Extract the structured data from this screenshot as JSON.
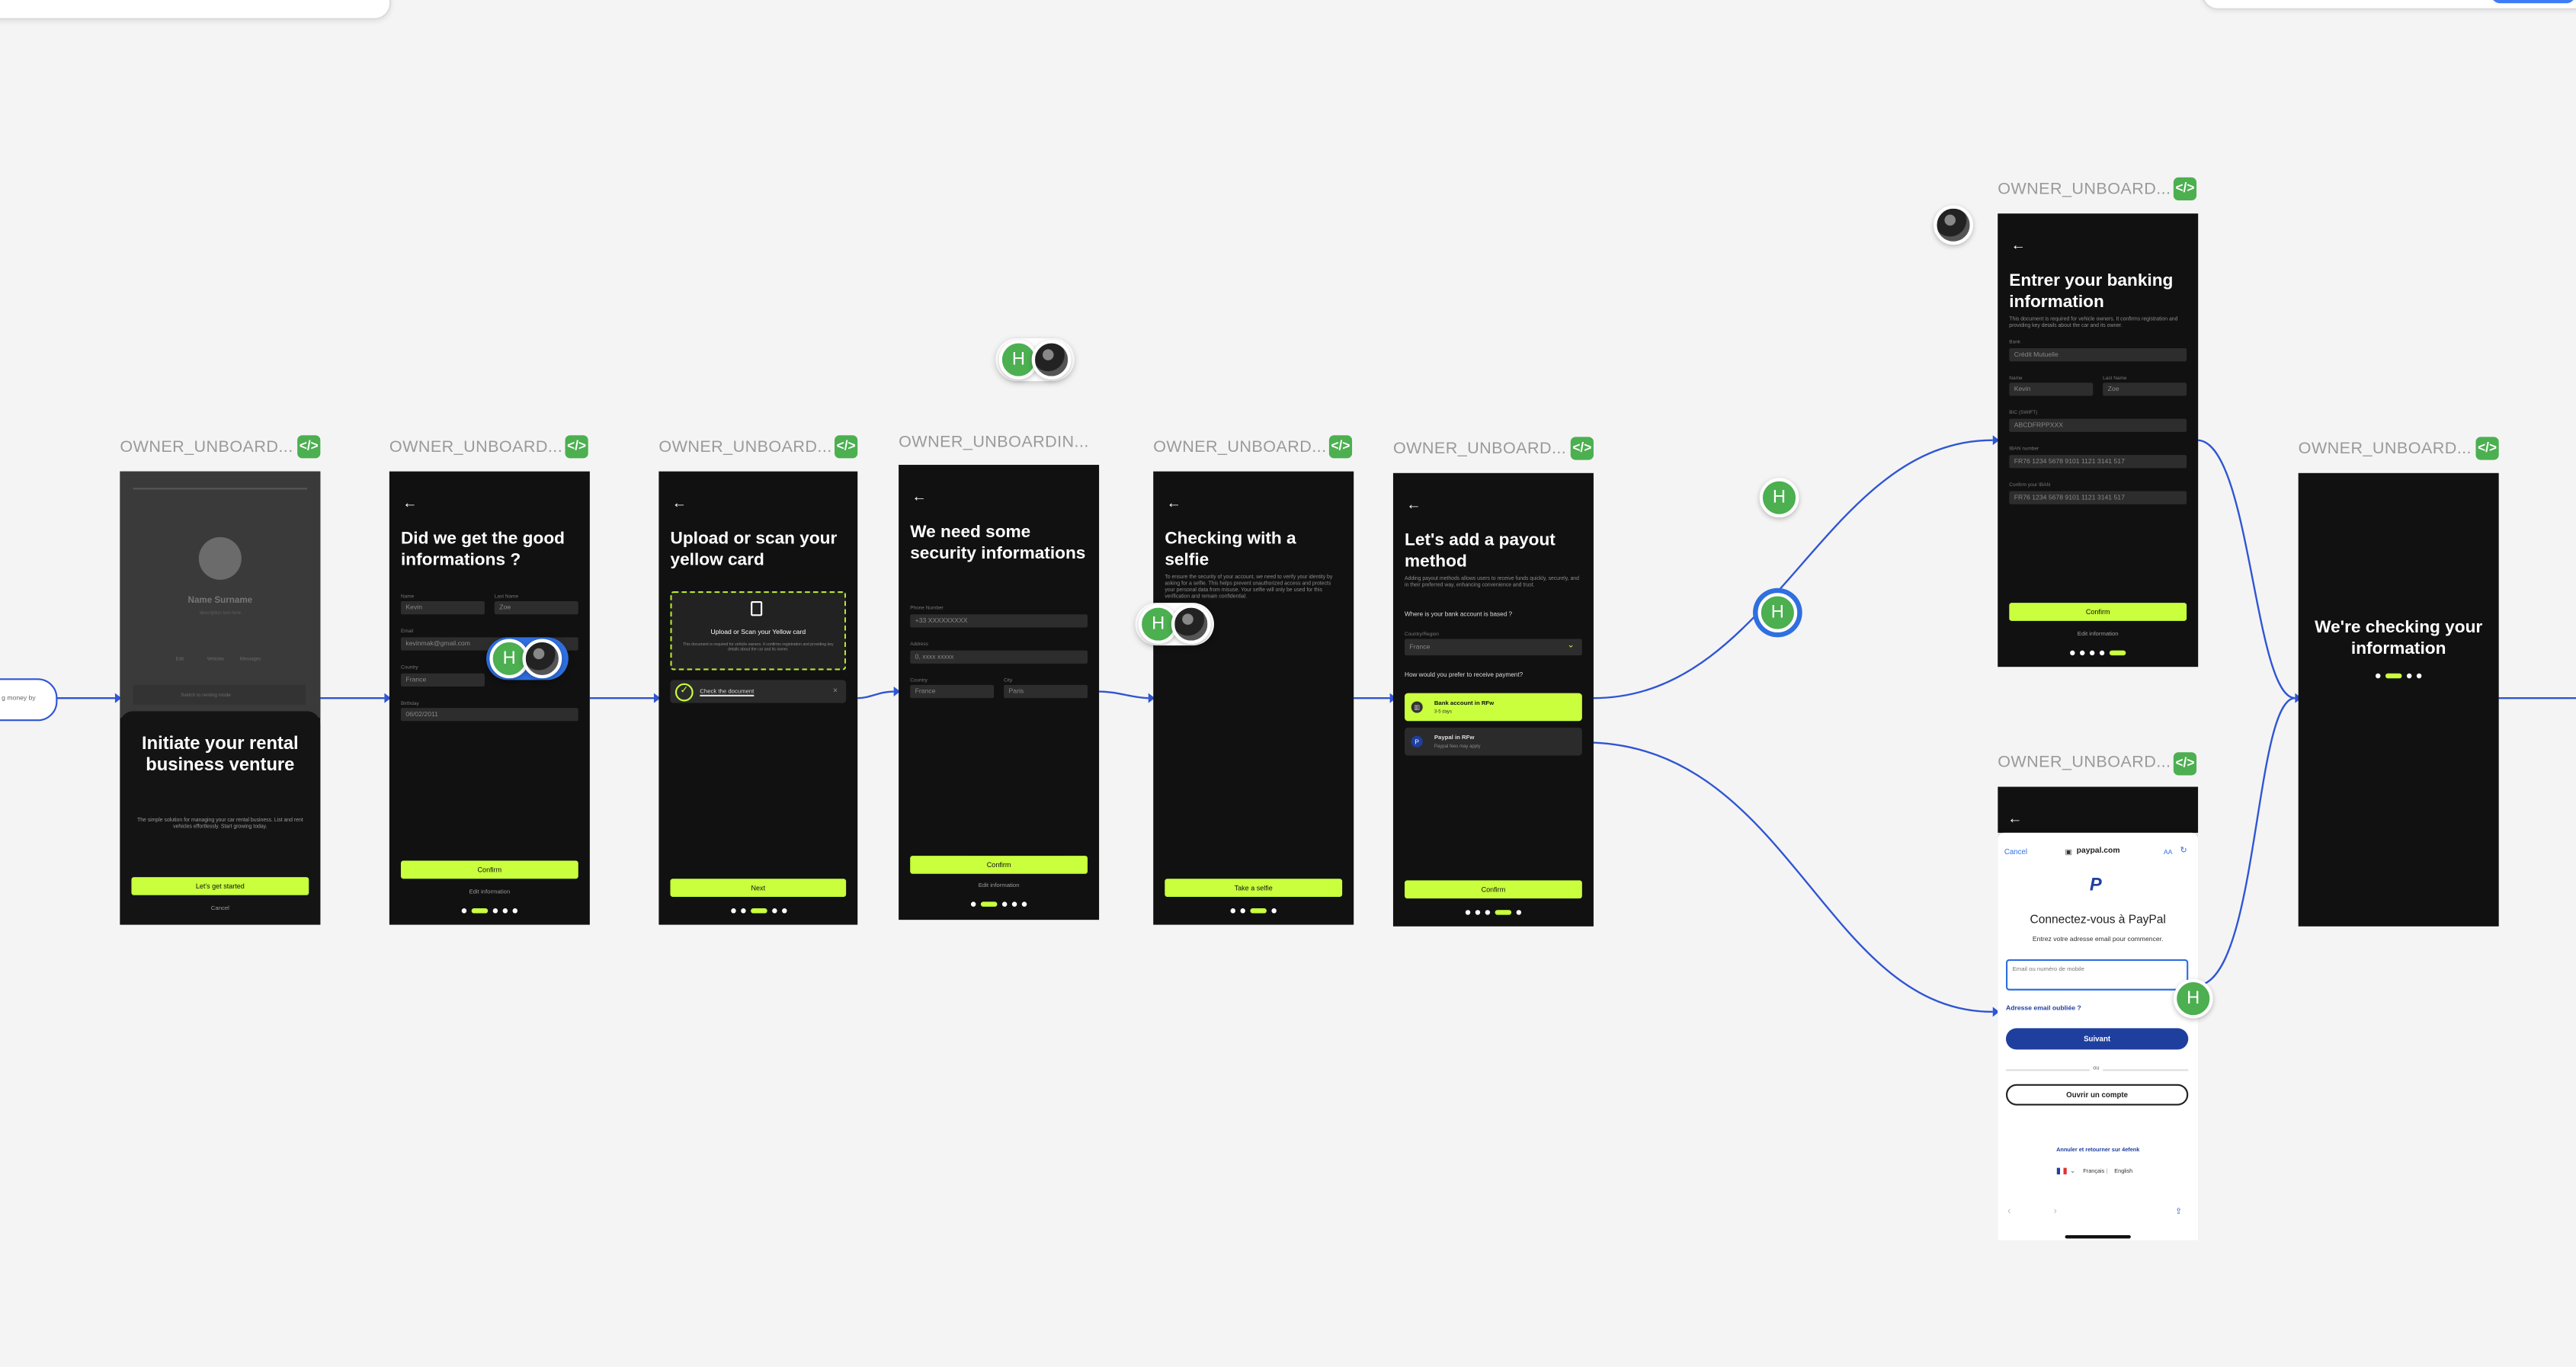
{
  "canvas": {
    "frames": [
      {
        "id": "f1",
        "label": "OWNER_UNBOARD..."
      },
      {
        "id": "f2",
        "label": "OWNER_UNBOARD..."
      },
      {
        "id": "f3",
        "label": "OWNER_UNBOARD..."
      },
      {
        "id": "f4",
        "label": "OWNER_UNBOARDIN..."
      },
      {
        "id": "f5",
        "label": "OWNER_UNBOARD..."
      },
      {
        "id": "f6",
        "label": "OWNER_UNBOARD..."
      },
      {
        "id": "f7",
        "label": "OWNER_UNBOARD..."
      },
      {
        "id": "f8",
        "label": "OWNER_UNBOARD..."
      },
      {
        "id": "f9",
        "label": "OWNER_UNBOARD..."
      }
    ],
    "code_badge": "</>",
    "collaborator_initial": "H",
    "left_stub_text": "g money by"
  },
  "colors": {
    "accent": "#c9ff3d",
    "frame_bg": "#111111",
    "connector": "#2f55d4",
    "collaborator": "#4caf50",
    "paypal_blue": "#1f3f9f"
  },
  "screen1": {
    "profile_name": "Name Surname",
    "profile_sub": "description text here",
    "stats": [
      "Edit",
      "Vehicles",
      "Messages"
    ],
    "switch_text": "Switch to renting mode",
    "title": "Initiate your rental business venture",
    "body": "The simple solution for managing your car rental business. List and rent vehicles effortlessly. Start growing today.",
    "cta": "Let's get started",
    "cancel": "Cancel"
  },
  "screen2": {
    "title": "Did we get the good informations ?",
    "labels": {
      "name": "Name",
      "last_name": "Last Name",
      "email": "Email",
      "country": "Country",
      "birthday": "Birthday"
    },
    "values": {
      "name": "Kevin",
      "last_name": "Zoe",
      "email": "kevinmak@gmail.com",
      "country": "France",
      "birthday": "06/02/2011"
    },
    "cta": "Confirm",
    "link": "Edit information"
  },
  "screen3": {
    "title": "Upload or scan your yellow card",
    "upload_title": "Upload or Scan your Yellow card",
    "upload_desc": "This document is required for vehicle owners. It confirms registration and providing key details about the car and its owner.",
    "file_name": "Check the document",
    "cta": "Next"
  },
  "screen4": {
    "title": "We need some security informations",
    "labels": {
      "phone": "Phone Number",
      "address": "Address",
      "country": "Country",
      "city": "City"
    },
    "values": {
      "phone": "+33 XXXXXXXXX",
      "address": "0, xxxx xxxxx",
      "country": "France",
      "city": "Paris"
    },
    "cta": "Confirm",
    "link": "Edit information"
  },
  "screen5": {
    "title": "Checking with a selfie",
    "body": "To ensure the security of your account, we need to verify your identity by asking for a selfie. This helps prevent unauthorized access and protects your personal data from misuse. Your selfie will only be used for this verification and remain confidential.",
    "cta": "Take a selfie"
  },
  "screen6": {
    "title": "Let's add a payout method",
    "body": "Adding payout methods allows users to receive funds quickly, securely, and in their preferred way, enhancing convenience and trust.",
    "q1": "Where is your bank account is based ?",
    "country_label": "Country/Region",
    "country_value": "France",
    "q2": "How would you prefer to receive payment?",
    "opt1_title": "Bank account in RFw",
    "opt1_sub": "3-5 days",
    "opt2_title": "Paypal in RFw",
    "opt2_sub": "Paypal fees may apply",
    "cta": "Confirm"
  },
  "screen7": {
    "title": "Entrer your banking information",
    "body": "This document is required for vehicle owners. It confirms registration and providing key details about the car and its owner.",
    "labels": {
      "bank": "Bank",
      "name": "Name",
      "last_name": "Last Name",
      "bic": "BIC (SWIFT)",
      "iban": "IBAN number",
      "iban_confirm": "Confirm your IBAN"
    },
    "values": {
      "bank": "Crédit Mutuelle",
      "name": "Kevin",
      "last_name": "Zoe",
      "bic": "ABCDFRPPXXX",
      "iban": "FR76 1234 5678 9101 1121 3141 517",
      "iban_confirm": "FR76 1234 5678 9101 1121 3141 517"
    },
    "cta": "Confirm",
    "link": "Edit information"
  },
  "screen8": {
    "browser_cancel": "Cancel",
    "url": "paypal.com",
    "aa": "AA",
    "paypal_logo": "P",
    "heading": "Connectez-vous à PayPal",
    "sub": "Entrez votre adresse email pour commencer.",
    "input_placeholder": "Email ou numéro de mobile",
    "forgot": "Adresse email oubliée ?",
    "next": "Suivant",
    "or": "ou",
    "create": "Ouvrir un compte",
    "cancel_return": "Annuler et retourner sur 4efenk",
    "lang_fr": "Français",
    "lang_sep": "|",
    "lang_en": "English"
  },
  "screen9": {
    "title": "We're checking your information"
  }
}
